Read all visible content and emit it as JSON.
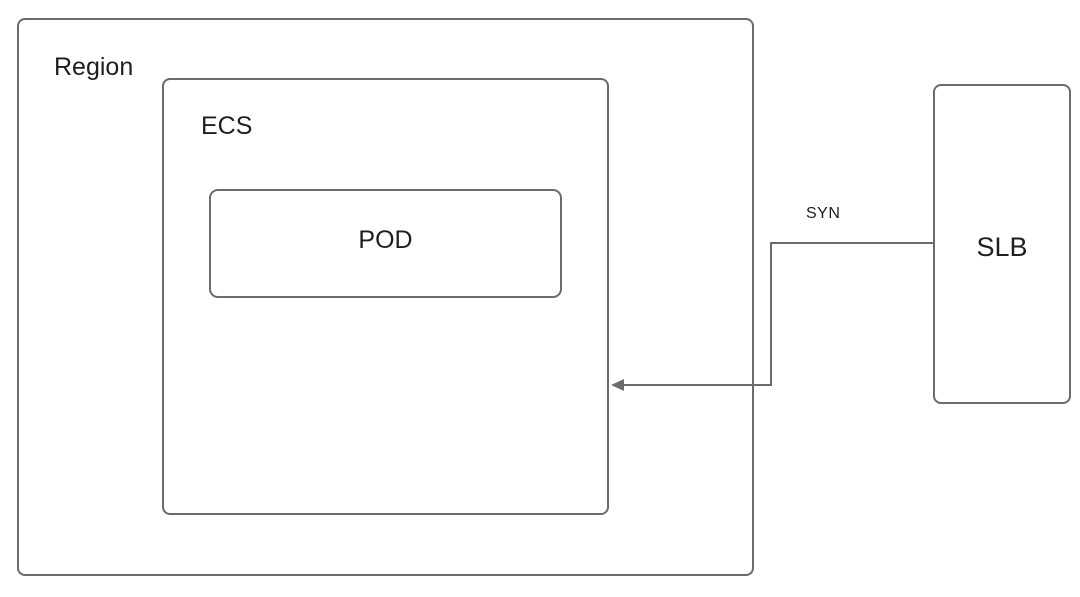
{
  "diagram": {
    "region": {
      "label": "Region"
    },
    "ecs": {
      "label": "ECS"
    },
    "pod": {
      "label": "POD"
    },
    "slb": {
      "label": "SLB"
    },
    "connection": {
      "label": "SYN",
      "from": "SLB",
      "to": "ECS"
    }
  },
  "colors": {
    "stroke": "#6b6b6b",
    "text": "#1f1f1f",
    "background": "#ffffff"
  }
}
